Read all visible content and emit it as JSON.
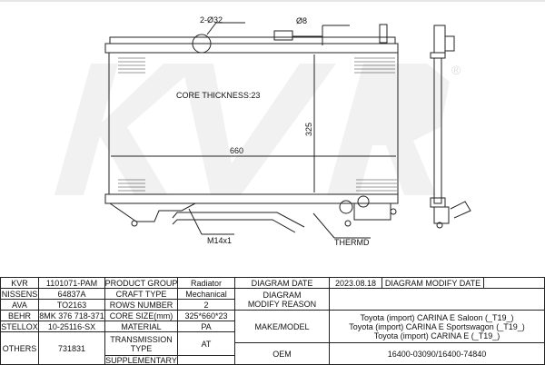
{
  "drawing": {
    "watermark": "KVR",
    "registered_mark": "®",
    "inlet_label": "2-Ø32",
    "sensor_label": "Ø8",
    "core_thickness": "CORE THICKNESS:23",
    "height_dim": "325",
    "width_dim": "660",
    "drain_label": "M14x1",
    "thermo_label": "THERMD"
  },
  "table": {
    "brands": [
      {
        "name": "KVR",
        "code": "1101071-PAM"
      },
      {
        "name": "NISSENS",
        "code": "64837A"
      },
      {
        "name": "AVA",
        "code": "TO2163"
      },
      {
        "name": "BEHR",
        "code": "8MK 376 718-371"
      },
      {
        "name": "STELLOX",
        "code": "10-25116-SX"
      },
      {
        "name": "OTHERS",
        "code": "731831"
      }
    ],
    "specs": [
      {
        "label": "PRODUCT GROUP",
        "value": "Radiator"
      },
      {
        "label": "CRAFT TYPE",
        "value": "Mechanical"
      },
      {
        "label": "ROWS NUMBER",
        "value": "2"
      },
      {
        "label": "CORE SIZE(mm)",
        "value": "325*660*23"
      },
      {
        "label": "MATERIAL",
        "value": "PA"
      },
      {
        "label": "TRANSMISSION TYPE",
        "value": "AT"
      },
      {
        "label": "SUPPLEMENTARY",
        "value": ""
      }
    ],
    "diagram_date_label": "DIAGRAM DATE",
    "diagram_date": "2023.08.18",
    "modify_date_label": "DIAGRAM MODIFY DATE",
    "modify_date": "",
    "modify_reason_label": "DIAGRAM MODIFY REASON",
    "modify_reason": "",
    "make_model_label": "MAKE/MODEL",
    "make_models": [
      "Toyota (import) CARINA E Saloon (_T19_)",
      "Toyota (import) CARINA E Sportswagon (_T19_)",
      "Toyota (import) CARINA E (_T19_)"
    ],
    "oem_label": "OEM",
    "oem": "16400-03090/16400-74840"
  }
}
